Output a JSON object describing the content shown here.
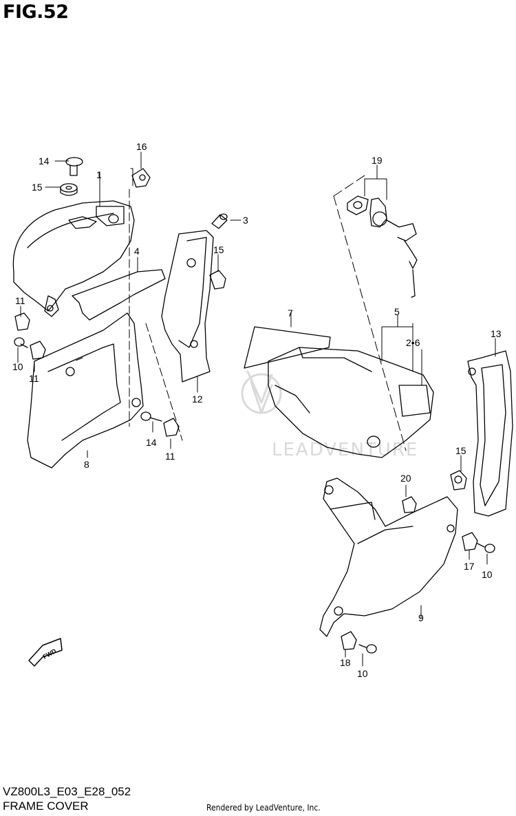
{
  "figure": {
    "title": "FIG.52",
    "model_code": "VZ800L3_E03_E28_052",
    "section_name": "FRAME COVER",
    "rendered_by": "Rendered by LeadVenture, Inc.",
    "watermark": "LEADVENTURE",
    "fwd_label": "FWD"
  },
  "callouts": {
    "c1": "1",
    "c3": "3",
    "c4": "4",
    "c5": "5",
    "c26": "2•6",
    "c7": "7",
    "c8": "8",
    "c9": "9",
    "c10a": "10",
    "c10b": "10",
    "c10c": "10",
    "c11a": "11",
    "c11b": "11",
    "c11c": "11",
    "c12": "12",
    "c13": "13",
    "c14a": "14",
    "c14b": "14",
    "c15a": "15",
    "c15b": "15",
    "c15c": "15",
    "c16": "16",
    "c17": "17",
    "c18": "18",
    "c19": "19",
    "c20": "20"
  },
  "colors": {
    "line": "#000000",
    "watermark": "#d9d9d9",
    "background": "#ffffff"
  }
}
